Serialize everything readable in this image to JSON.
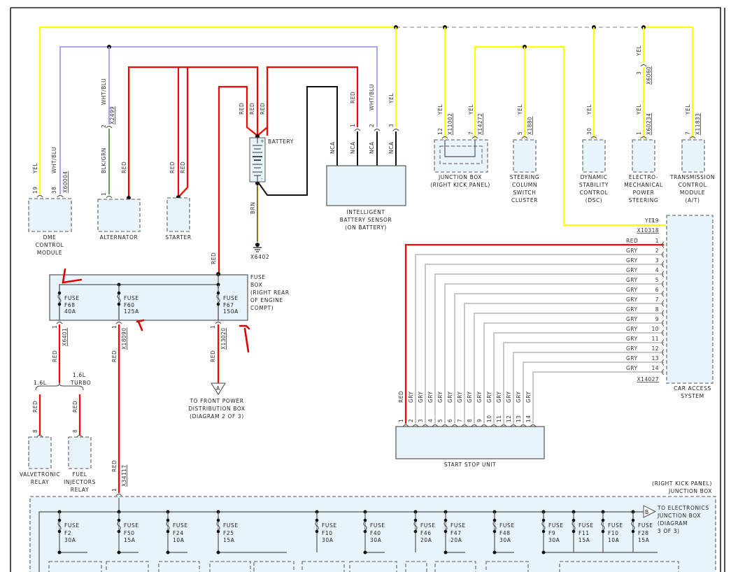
{
  "diagram": {
    "components": {
      "dme": [
        "DME",
        "CONTROL",
        "MODULE"
      ],
      "alternator": [
        "ALTERNATOR"
      ],
      "starter": [
        "STARTER"
      ],
      "battery": "BATTERY",
      "ground": "X6402",
      "ibs": [
        "INTELLIGENT",
        "BATTERY SENSOR",
        "(ON BATTERY)"
      ],
      "junction_box_top": [
        "JUNCTION BOX",
        "(RIGHT KICK PANEL)"
      ],
      "steering_column": [
        "STEERING",
        "COLUMN",
        "SWITCH",
        "CLUSTER"
      ],
      "dsc": [
        "DYNAMIC",
        "STABILITY",
        "CONTROL",
        "(DSC)"
      ],
      "eps": [
        "ELECTRO-",
        "MECHANICAL",
        "POWER",
        "STEERING"
      ],
      "tcm": [
        "TRANSMISSION",
        "CONTROL",
        "MODULE",
        "(A/T)"
      ],
      "car_access": [
        "CAR ACCESS",
        "SYSTEM"
      ],
      "start_stop": "START STOP UNIT",
      "fuse_box": [
        "FUSE",
        "BOX",
        "(RIGHT REAR",
        "OF ENGINE",
        "COMPT)"
      ],
      "valvetronic": [
        "VALVETRONIC",
        "RELAY"
      ],
      "fuel_injectors": [
        "FUEL",
        "INJECTORS",
        "RELAY"
      ],
      "front_power": [
        "TO FRONT POWER",
        "DISTRIBUTION BOX",
        "(DIAGRAM 2 OF 3)"
      ],
      "kick_panel_jb": [
        "(RIGHT KICK PANEL)",
        "JUNCTION BOX"
      ],
      "electronics_jb": [
        "TO ELECTRONICS",
        "JUNCTION BOX",
        "(DIAGRAM",
        "3 OF 3)"
      ]
    },
    "wire_colors": {
      "yel": "YEL",
      "wht_blu": "WHT/BLU",
      "red": "RED",
      "blk_grn": "BLK/GRN",
      "brn": "BRN",
      "nca": "NCA",
      "gry": "GRY"
    },
    "connectors": {
      "dme": "X60004",
      "alt": "X2499",
      "jb1": "X11002",
      "jb2": "X14272",
      "steer": "X1880",
      "eps_in": "X6060",
      "eps": "X60234",
      "tcm": "X11833",
      "cas_top": "X10318",
      "cas_bot": "X14027",
      "f68": "X6401",
      "f60": "X18090",
      "f67": "X13020",
      "kick": "X34117"
    },
    "pins": {
      "dme_yel": "19",
      "dme_blu": "38",
      "alt_top": "2",
      "alt_bot": "1",
      "ibs": [
        "1",
        "2",
        "3"
      ],
      "jb": [
        "12",
        "7"
      ],
      "steer": "5",
      "dsc": "30",
      "eps_in": "3",
      "eps": "1",
      "tcm": "7",
      "cas_yel": "19",
      "relay": "8",
      "fusebox_out": "1",
      "kick": "1"
    },
    "variants": {
      "left": "1.6L",
      "right": "1.6L",
      "right2": "TURBO"
    },
    "arrows": {
      "a": "A",
      "b": "B"
    },
    "fusebox_fuses": [
      {
        "word": "FUSE",
        "id": "F68",
        "rating": "40A"
      },
      {
        "word": "FUSE",
        "id": "F60",
        "rating": "125A"
      },
      {
        "word": "FUSE",
        "id": "F67",
        "rating": "150A"
      }
    ],
    "cas_pins": [
      {
        "color": "RED",
        "pin": "1"
      },
      {
        "color": "GRY",
        "pin": "2"
      },
      {
        "color": "GRY",
        "pin": "3"
      },
      {
        "color": "GRY",
        "pin": "4"
      },
      {
        "color": "GRY",
        "pin": "5"
      },
      {
        "color": "GRY",
        "pin": "6"
      },
      {
        "color": "GRY",
        "pin": "7"
      },
      {
        "color": "GRY",
        "pin": "8"
      },
      {
        "color": "GRY",
        "pin": "9"
      },
      {
        "color": "GRY",
        "pin": "10"
      },
      {
        "color": "GRY",
        "pin": "11"
      },
      {
        "color": "GRY",
        "pin": "12"
      },
      {
        "color": "GRY",
        "pin": "13"
      },
      {
        "color": "GRY",
        "pin": "14"
      }
    ],
    "junction_fuses": [
      {
        "word": "FUSE",
        "id": "F2",
        "rating": "30A"
      },
      {
        "word": "FUSE",
        "id": "F50",
        "rating": "15A"
      },
      {
        "word": "FUSE",
        "id": "F24",
        "rating": "10A"
      },
      {
        "word": "FUSE",
        "id": "F25",
        "rating": "15A"
      },
      {
        "word": "FUSE",
        "id": "F10",
        "rating": "30A"
      },
      {
        "word": "FUSE",
        "id": "F40",
        "rating": "30A"
      },
      {
        "word": "FUSE",
        "id": "F46",
        "rating": "20A"
      },
      {
        "word": "FUSE",
        "id": "F47",
        "rating": "20A"
      },
      {
        "word": "FUSE",
        "id": "F48",
        "rating": "30A"
      },
      {
        "word": "FUSE",
        "id": "F9",
        "rating": "30A"
      },
      {
        "word": "FUSE",
        "id": "F11",
        "rating": "15A"
      },
      {
        "word": "FUSE",
        "id": "F10",
        "rating": "10A"
      },
      {
        "word": "FUSE",
        "id": "F28",
        "rating": "15A"
      }
    ]
  }
}
